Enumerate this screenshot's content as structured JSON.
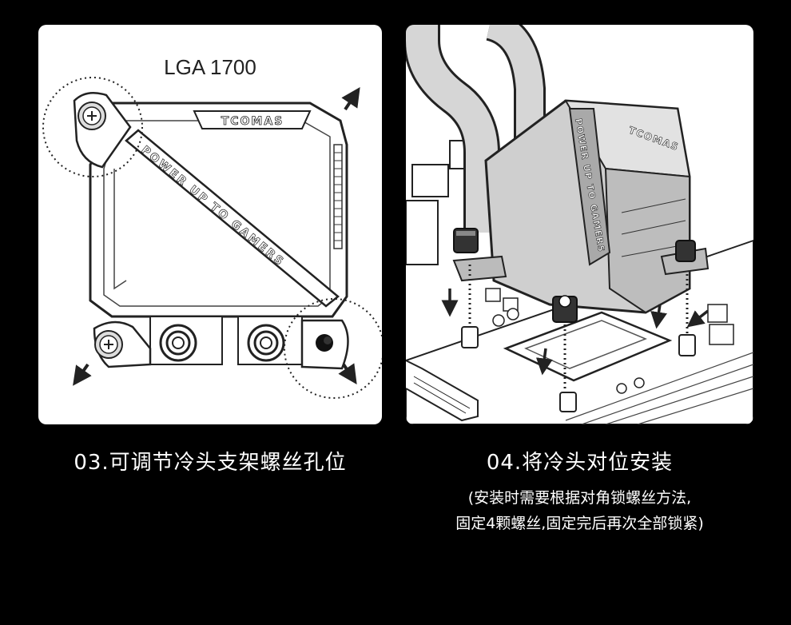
{
  "left_panel": {
    "label": "LGA 1700",
    "brand": "TCOMAS",
    "slogan": "POWER UP TO GAMERS"
  },
  "right_panel": {
    "brand": "TCOMAS",
    "slogan": "POWER UP TO GAMERS"
  },
  "captions": {
    "step3": "03.可调节冷头支架螺丝孔位",
    "step4": "04.将冷头对位安装",
    "step4_note_line1": "(安装时需要根据对角锁螺丝方法,",
    "step4_note_line2": "固定4颗螺丝,固定完后再次全部锁紧)"
  }
}
